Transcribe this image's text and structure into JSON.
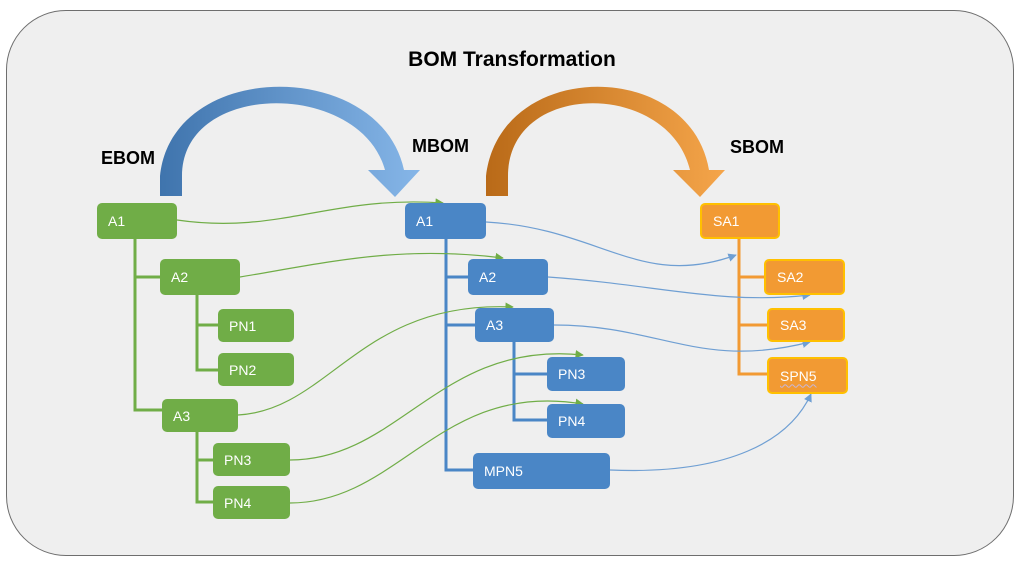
{
  "title": "BOM Transformation",
  "headings": {
    "ebom": "EBOM",
    "mbom": "MBOM",
    "sbom": "SBOM"
  },
  "colors": {
    "ebom_green": "#70ad47",
    "mbom_blue": "#4a86c6",
    "sbom_orange": "#f29a33",
    "sbom_border": "#ffc000",
    "green_link": "#70ad47",
    "blue_link": "#6f9fd3"
  },
  "ebom": {
    "A1": "A1",
    "A2": "A2",
    "PN1": "PN1",
    "PN2": "PN2",
    "A3": "A3",
    "PN3": "PN3",
    "PN4": "PN4"
  },
  "mbom": {
    "A1": "A1",
    "A2": "A2",
    "A3": "A3",
    "PN3": "PN3",
    "PN4": "PN4",
    "MPN5": "MPN5"
  },
  "sbom": {
    "SA1": "SA1",
    "SA2": "SA2",
    "SA3": "SA3",
    "SPN5": "SPN5"
  }
}
